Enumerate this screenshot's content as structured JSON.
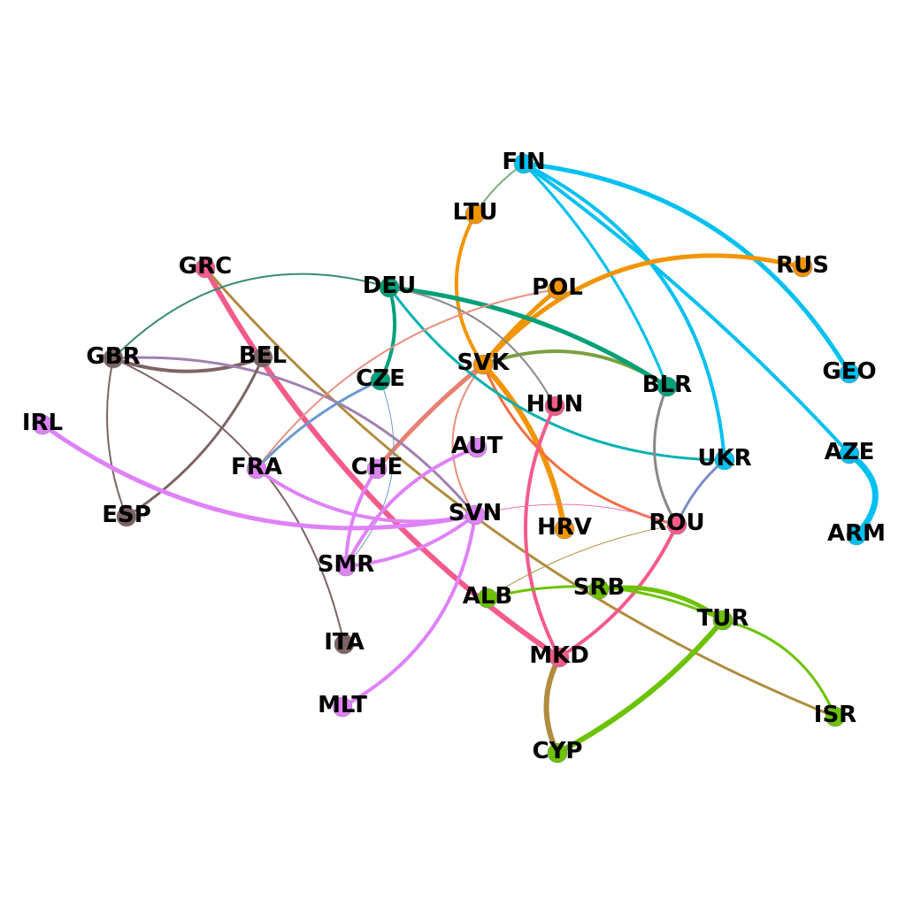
{
  "colors": {
    "orange": "#f29400",
    "green": "#6cc200",
    "blue": "#00c0f0",
    "teal": "#00a07a",
    "pink": "#f45a8a",
    "violet": "#df82f7",
    "brown": "#7d6464",
    "olive": "#b08c3e"
  },
  "nodes": [
    {
      "id": "FIN",
      "label": "FIN",
      "color": "#00c0f0"
    },
    {
      "id": "LTU",
      "label": "LTU",
      "color": "#f29400"
    },
    {
      "id": "RUS",
      "label": "RUS",
      "color": "#f29400"
    },
    {
      "id": "GRC",
      "label": "GRC",
      "color": "#f45a8a"
    },
    {
      "id": "DEU",
      "label": "DEU",
      "color": "#00a07a"
    },
    {
      "id": "POL",
      "label": "POL",
      "color": "#f29400"
    },
    {
      "id": "GBR",
      "label": "GBR",
      "color": "#7d6464"
    },
    {
      "id": "BEL",
      "label": "BEL",
      "color": "#7d6464"
    },
    {
      "id": "SVK",
      "label": "SVK",
      "color": "#f29400"
    },
    {
      "id": "GEO",
      "label": "GEO",
      "color": "#00c0f0"
    },
    {
      "id": "CZE",
      "label": "CZE",
      "color": "#00a07a"
    },
    {
      "id": "BLR",
      "label": "BLR",
      "color": "#00a07a"
    },
    {
      "id": "HUN",
      "label": "HUN",
      "color": "#f45a8a"
    },
    {
      "id": "IRL",
      "label": "IRL",
      "color": "#df82f7"
    },
    {
      "id": "AUT",
      "label": "AUT",
      "color": "#df82f7"
    },
    {
      "id": "AZE",
      "label": "AZE",
      "color": "#00c0f0"
    },
    {
      "id": "FRA",
      "label": "FRA",
      "color": "#df82f7"
    },
    {
      "id": "CHE",
      "label": "CHE",
      "color": "#df82f7"
    },
    {
      "id": "UKR",
      "label": "UKR",
      "color": "#00c0f0"
    },
    {
      "id": "ESP",
      "label": "ESP",
      "color": "#7d6464"
    },
    {
      "id": "SVN",
      "label": "SVN",
      "color": "#df82f7"
    },
    {
      "id": "ROU",
      "label": "ROU",
      "color": "#f45a8a"
    },
    {
      "id": "HRV",
      "label": "HRV",
      "color": "#f29400"
    },
    {
      "id": "ARM",
      "label": "ARM",
      "color": "#00c0f0"
    },
    {
      "id": "SMR",
      "label": "SMR",
      "color": "#df82f7"
    },
    {
      "id": "SRB",
      "label": "SRB",
      "color": "#6cc200"
    },
    {
      "id": "ALB",
      "label": "ALB",
      "color": "#6cc200"
    },
    {
      "id": "TUR",
      "label": "TUR",
      "color": "#6cc200"
    },
    {
      "id": "ITA",
      "label": "ITA",
      "color": "#7d6464"
    },
    {
      "id": "MKD",
      "label": "MKD",
      "color": "#f45a8a"
    },
    {
      "id": "MLT",
      "label": "MLT",
      "color": "#df82f7"
    },
    {
      "id": "ISR",
      "label": "ISR",
      "color": "#6cc200"
    },
    {
      "id": "CYP",
      "label": "CYP",
      "color": "#6cc200"
    }
  ],
  "edges": [
    {
      "source": "FIN",
      "target": "LTU",
      "color": "#80b080",
      "weight": 2
    },
    {
      "source": "FIN",
      "target": "GEO",
      "color": "#00c0f0",
      "weight": 5
    },
    {
      "source": "FIN",
      "target": "BLR",
      "color": "#00b0b0",
      "weight": 3
    },
    {
      "source": "FIN",
      "target": "UKR",
      "color": "#00c0f0",
      "weight": 4
    },
    {
      "source": "FIN",
      "target": "AZE",
      "color": "#00c0f0",
      "weight": 4
    },
    {
      "source": "FIN",
      "target": "BLR",
      "color": "#00c0f0",
      "weight": 3
    },
    {
      "source": "LTU",
      "target": "SVK",
      "color": "#f29400",
      "weight": 4
    },
    {
      "source": "SVK",
      "target": "RUS",
      "color": "#f29400",
      "weight": 5
    },
    {
      "source": "SVK",
      "target": "POL",
      "color": "#f29400",
      "weight": 5
    },
    {
      "source": "SVK",
      "target": "HRV",
      "color": "#f29400",
      "weight": 6
    },
    {
      "source": "SVK",
      "target": "BLR",
      "color": "#7aa040",
      "weight": 4
    },
    {
      "source": "SVK",
      "target": "ROU",
      "color": "#f07040",
      "weight": 3
    },
    {
      "source": "SVK",
      "target": "CHE",
      "color": "#e88070",
      "weight": 5
    },
    {
      "source": "SVK",
      "target": "SVN",
      "color": "#e89080",
      "weight": 2
    },
    {
      "source": "GRC",
      "target": "MKD",
      "color": "#f45a8a",
      "weight": 6
    },
    {
      "source": "GRC",
      "target": "ISR",
      "color": "#b08c3e",
      "weight": 3
    },
    {
      "source": "GBR",
      "target": "DEU",
      "color": "#3a8a70",
      "weight": 2
    },
    {
      "source": "GBR",
      "target": "BEL",
      "color": "#7d6464",
      "weight": 4
    },
    {
      "source": "GBR",
      "target": "ESP",
      "color": "#7d6464",
      "weight": 2
    },
    {
      "source": "GBR",
      "target": "SVN",
      "color": "#a080b0",
      "weight": 3
    },
    {
      "source": "GBR",
      "target": "ITA",
      "color": "#7d6464",
      "weight": 2
    },
    {
      "source": "BEL",
      "target": "ESP",
      "color": "#7d6464",
      "weight": 3
    },
    {
      "source": "DEU",
      "target": "BLR",
      "color": "#00a07a",
      "weight": 5
    },
    {
      "source": "DEU",
      "target": "CZE",
      "color": "#00a07a",
      "weight": 4
    },
    {
      "source": "DEU",
      "target": "HUN",
      "color": "#888888",
      "weight": 2
    },
    {
      "source": "DEU",
      "target": "UKR",
      "color": "#00b0b0",
      "weight": 3
    },
    {
      "source": "POL",
      "target": "FRA",
      "color": "#e89080",
      "weight": 2
    },
    {
      "source": "CZE",
      "target": "FRA",
      "color": "#6a9acc",
      "weight": 3
    },
    {
      "source": "CZE",
      "target": "SMR",
      "color": "#6a9acc",
      "weight": 1
    },
    {
      "source": "HUN",
      "target": "MKD",
      "color": "#f45a8a",
      "weight": 4
    },
    {
      "source": "BLR",
      "target": "ROU",
      "color": "#888888",
      "weight": 3
    },
    {
      "source": "ROU",
      "target": "UKR",
      "color": "#7b8cc8",
      "weight": 3
    },
    {
      "source": "ROU",
      "target": "MKD",
      "color": "#f45a8a",
      "weight": 4
    },
    {
      "source": "ROU",
      "target": "SVN",
      "color": "#ee70b0",
      "weight": 1
    },
    {
      "source": "ROU",
      "target": "ALB",
      "color": "#b08c3e",
      "weight": 1
    },
    {
      "source": "AZE",
      "target": "ARM",
      "color": "#00c0f0",
      "weight": 7
    },
    {
      "source": "IRL",
      "target": "SVN",
      "color": "#df82f7",
      "weight": 5
    },
    {
      "source": "FRA",
      "target": "SVN",
      "color": "#df82f7",
      "weight": 4
    },
    {
      "source": "AUT",
      "target": "SMR",
      "color": "#df82f7",
      "weight": 4
    },
    {
      "source": "SVN",
      "target": "SMR",
      "color": "#df82f7",
      "weight": 4
    },
    {
      "source": "SVN",
      "target": "MLT",
      "color": "#df82f7",
      "weight": 4
    },
    {
      "source": "CHE",
      "target": "SMR",
      "color": "#df82f7",
      "weight": 4
    },
    {
      "source": "ALB",
      "target": "TUR",
      "color": "#6cc200",
      "weight": 3
    },
    {
      "source": "SRB",
      "target": "TUR",
      "color": "#6cc200",
      "weight": 5
    },
    {
      "source": "TUR",
      "target": "CYP",
      "color": "#6cc200",
      "weight": 6
    },
    {
      "source": "TUR",
      "target": "ISR",
      "color": "#6cc200",
      "weight": 3
    },
    {
      "source": "MKD",
      "target": "CYP",
      "color": "#b08c3e",
      "weight": 6
    }
  ]
}
